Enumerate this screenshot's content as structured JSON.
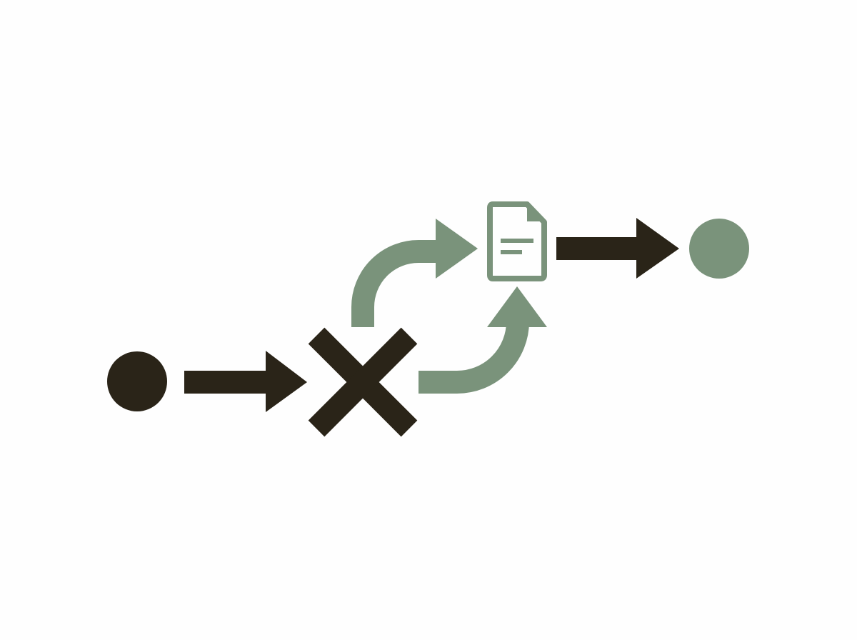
{
  "diagram": {
    "type": "process-flow",
    "colors": {
      "background": "#fefefe",
      "dark": "#2a2418",
      "accent": "#7a937b"
    },
    "nodes": [
      {
        "id": "start",
        "kind": "start-event",
        "icon": "filled-circle-icon",
        "color": "dark"
      },
      {
        "id": "gateway",
        "kind": "exclusive-gateway",
        "icon": "x-mark-icon",
        "color": "dark"
      },
      {
        "id": "document",
        "kind": "document",
        "icon": "document-icon",
        "color": "accent"
      },
      {
        "id": "end",
        "kind": "end-event",
        "icon": "filled-circle-icon",
        "color": "accent"
      }
    ],
    "edges": [
      {
        "from": "start",
        "to": "gateway",
        "icon": "straight-arrow-icon",
        "color": "dark"
      },
      {
        "from": "gateway",
        "to": "document",
        "route": "curve-up-then-right",
        "icon": "curved-arrow-icon",
        "color": "accent"
      },
      {
        "from": "gateway",
        "to": "document",
        "route": "curve-right-then-up",
        "icon": "curved-arrow-icon",
        "color": "accent"
      },
      {
        "from": "document",
        "to": "end",
        "icon": "straight-arrow-icon",
        "color": "dark"
      }
    ]
  }
}
